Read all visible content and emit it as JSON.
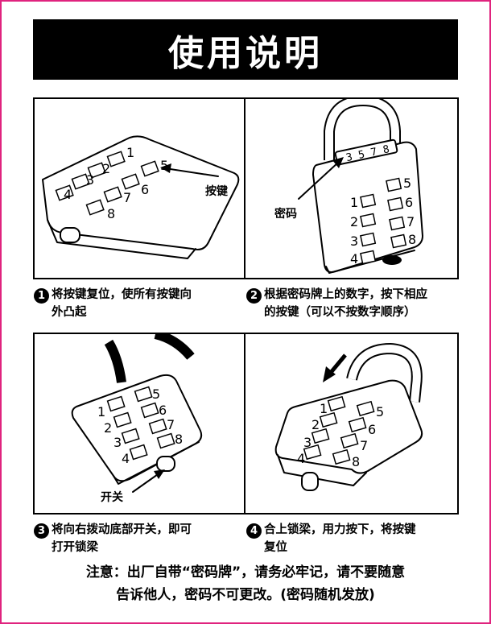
{
  "title": "使用说明",
  "panels": [
    {
      "label": "按键"
    },
    {
      "label": "密码",
      "dial": "3 5 7 8"
    },
    {
      "label": "开关"
    },
    {
      "label": ""
    }
  ],
  "steps": [
    {
      "number": "1",
      "line1": "将按键复位，使所有按键向",
      "line2": "外凸起"
    },
    {
      "number": "2",
      "line1": "根据密码牌上的数字，按下相应",
      "line2": "的按键（可以不按数字顺序）"
    },
    {
      "number": "3",
      "line1": "将向右拨动底部开关，即可",
      "line2": "打开锁梁"
    },
    {
      "number": "4",
      "line1": "合上锁梁，用力按下，将按键",
      "line2": "复位"
    }
  ],
  "note": {
    "line1": "注意：出厂自带“密码牌”，请务必牢记，请不要随意",
    "line2": "告诉他人，密码不可更改。(密码随机发放)"
  },
  "keypad_numbers": [
    "1",
    "2",
    "3",
    "4",
    "5",
    "6",
    "7",
    "8"
  ],
  "colors": {
    "border": "#e0237e",
    "title_bg": "#000000",
    "title_text": "#ffffff"
  }
}
